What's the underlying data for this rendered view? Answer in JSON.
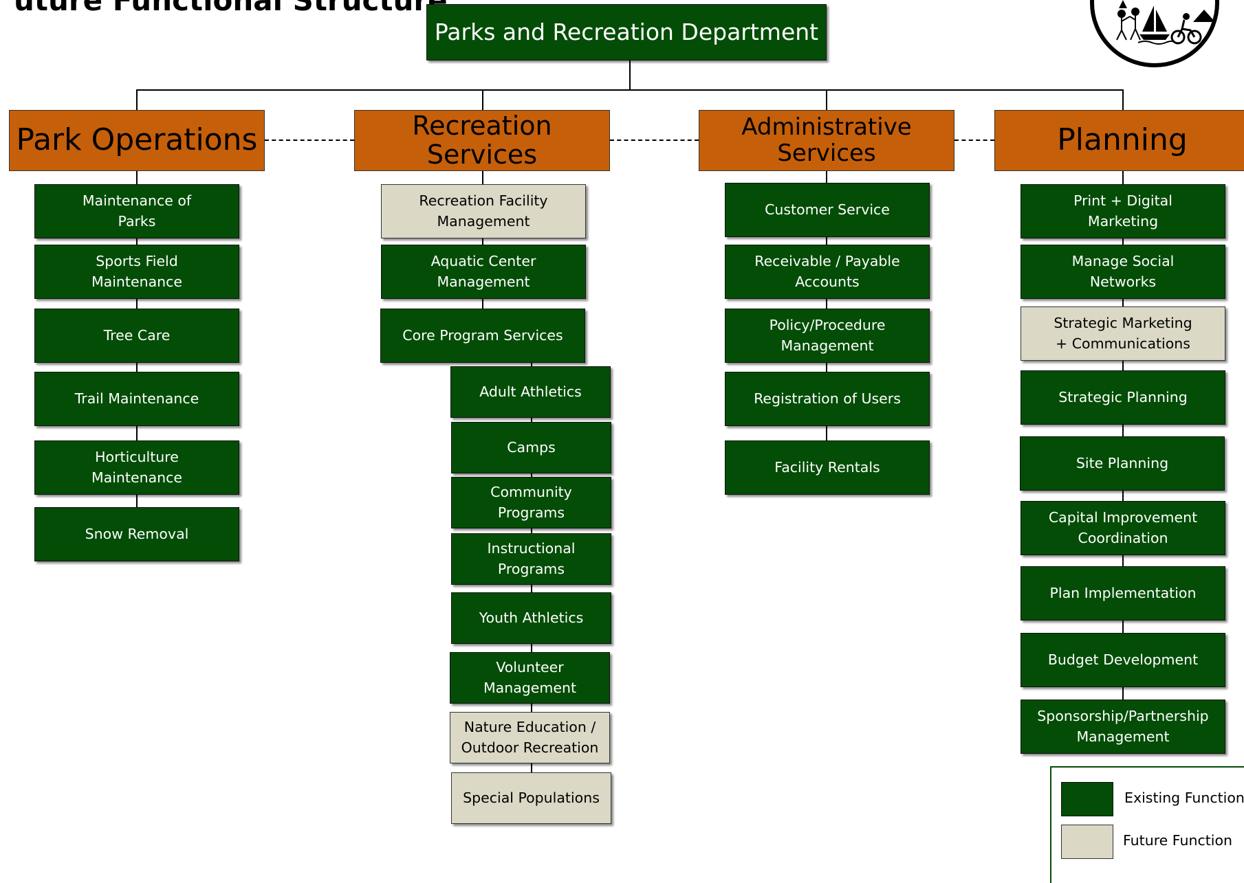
{
  "title": "uture Functional Structure",
  "root": "Parks and Recreation Department",
  "divisions": [
    {
      "name": "Park Operations",
      "functions": [
        {
          "label": "Maintenance of\nParks",
          "status": "existing"
        },
        {
          "label": "Sports Field\nMaintenance",
          "status": "existing"
        },
        {
          "label": "Tree Care",
          "status": "existing"
        },
        {
          "label": "Trail Maintenance",
          "status": "existing"
        },
        {
          "label": "Horticulture\nMaintenance",
          "status": "existing"
        },
        {
          "label": "Snow Removal",
          "status": "existing"
        }
      ]
    },
    {
      "name": "Recreation Services",
      "functions": [
        {
          "label": "Recreation Facility\nManagement",
          "status": "future"
        },
        {
          "label": "Aquatic Center\nManagement",
          "status": "existing"
        },
        {
          "label": "Core Program Services",
          "status": "existing"
        }
      ],
      "core_programs": [
        {
          "label": "Adult Athletics",
          "status": "existing"
        },
        {
          "label": "Camps",
          "status": "existing"
        },
        {
          "label": "Community\nPrograms",
          "status": "existing"
        },
        {
          "label": "Instructional\nPrograms",
          "status": "existing"
        },
        {
          "label": "Youth Athletics",
          "status": "existing"
        },
        {
          "label": "Volunteer\nManagement",
          "status": "existing"
        },
        {
          "label": "Nature Education /\nOutdoor Recreation",
          "status": "future"
        },
        {
          "label": "Special Populations",
          "status": "future"
        }
      ]
    },
    {
      "name": "Administrative Services",
      "functions": [
        {
          "label": "Customer Service",
          "status": "existing"
        },
        {
          "label": "Receivable / Payable\nAccounts",
          "status": "existing"
        },
        {
          "label": "Policy/Procedure\nManagement",
          "status": "existing"
        },
        {
          "label": "Registration of Users",
          "status": "existing"
        },
        {
          "label": "Facility Rentals",
          "status": "existing"
        }
      ]
    },
    {
      "name": "Planning",
      "functions": [
        {
          "label": "Print + Digital\nMarketing",
          "status": "existing"
        },
        {
          "label": "Manage Social\nNetworks",
          "status": "existing"
        },
        {
          "label": "Strategic Marketing\n+ Communications",
          "status": "future"
        },
        {
          "label": "Strategic Planning",
          "status": "existing"
        },
        {
          "label": "Site Planning",
          "status": "existing"
        },
        {
          "label": "Capital Improvement\nCoordination",
          "status": "existing"
        },
        {
          "label": "Plan Implementation",
          "status": "existing"
        },
        {
          "label": "Budget Development",
          "status": "existing"
        },
        {
          "label": "Sponsorship/Partnership\nManagement",
          "status": "existing"
        }
      ]
    }
  ],
  "legend": {
    "existing": "Existing Function",
    "future": "Future Function"
  },
  "colors": {
    "existing": "#034d06",
    "future": "#dbd8c6",
    "division": "#c65f0a"
  },
  "logo_icon": "parks-recreation-logo-icon"
}
